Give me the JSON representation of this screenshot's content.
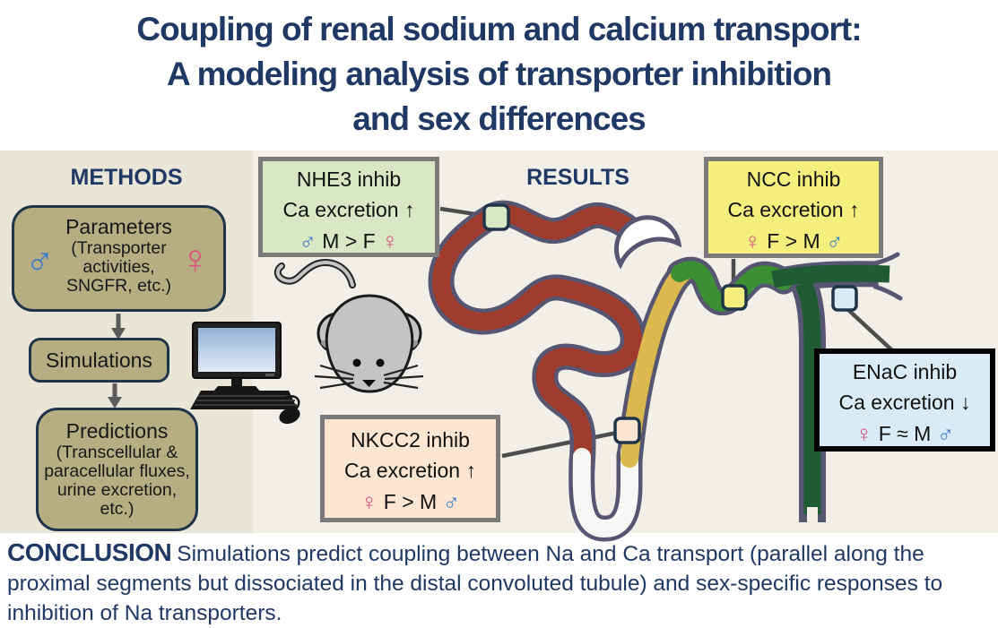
{
  "title": {
    "line1": "Coupling of renal sodium and calcium transport:",
    "line2": "A modeling analysis of transporter inhibition",
    "line3": "and sex differences"
  },
  "methods": {
    "heading": "METHODS",
    "parameters": {
      "title": "Parameters",
      "subtitle": "(Transporter activities, SNGFR, etc.)",
      "male_symbol": "♂",
      "female_symbol": "♀"
    },
    "simulations": {
      "title": "Simulations"
    },
    "predictions": {
      "title": "Predictions",
      "subtitle": "(Transcellular & paracellular fluxes, urine excretion, etc.)"
    }
  },
  "results": {
    "heading": "RESULTS",
    "callouts": {
      "nhe3": {
        "name": "NHE3 inhib",
        "effect": "Ca excretion ↑",
        "left_symbol": "♂",
        "comparison": "M > F",
        "right_symbol": "♀"
      },
      "ncc": {
        "name": "NCC inhib",
        "effect": "Ca excretion ↑",
        "left_symbol": "♀",
        "comparison": "F > M",
        "right_symbol": "♂"
      },
      "nkcc2": {
        "name": "NKCC2 inhib",
        "effect": "Ca excretion ↑",
        "left_symbol": "♀",
        "comparison": "F > M",
        "right_symbol": "♂"
      },
      "enac": {
        "name": "ENaC inhib",
        "effect": "Ca excretion ↓",
        "left_symbol": "♀",
        "comparison": "F ≈ M",
        "right_symbol": "♂"
      }
    }
  },
  "conclusion": {
    "heading": "CONCLUSION",
    "text": "Simulations predict coupling between Na and Ca transport (parallel along the proximal segments but dissociated in the distal convoluted tubule) and sex-specific responses to inhibition of Na transporters."
  },
  "colors": {
    "heading_navy": "#1f3864",
    "panel_left_bg": "#e9e6d8",
    "band_bg": "#f1efe8",
    "flow_box_fill": "#b6ae82",
    "flow_box_border": "#203449",
    "nhe3_fill": "#d9e7c4",
    "ncc_fill": "#f5f07e",
    "nkcc2_fill": "#fce6d1",
    "enac_fill": "#d8ebf6",
    "callout_border_gray": "#7a7a7a",
    "enac_border": "#000000",
    "proximal_tubule_red": "#9e3b2d",
    "loop_yellow": "#dcb94e",
    "dct_green": "#3c8f33",
    "collecting_duct_green": "#1f5c33",
    "tube_outline": "#565672",
    "male_blue": "#3e7cc9",
    "female_pink": "#d8547c"
  }
}
